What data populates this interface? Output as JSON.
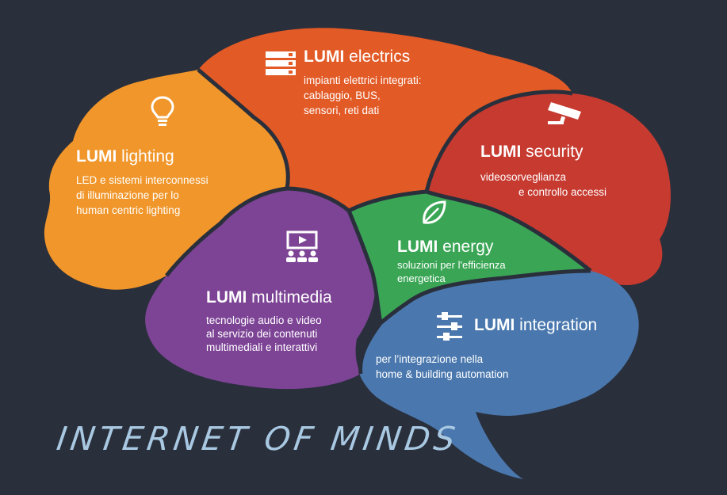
{
  "brand": "LUMI",
  "colors": {
    "background": "#2a2f3c",
    "lighting": "#f0962a",
    "electrics": "#e25a26",
    "security": "#c73a30",
    "multimedia": "#7d4496",
    "energy": "#3aa655",
    "integration": "#4a78ae",
    "footer_text": "#a9c9e2"
  },
  "segments": {
    "electrics": {
      "icon": "server-rack-icon",
      "brand": "LUMI",
      "name": "electrics",
      "lines": [
        "impianti elettrici integrati:",
        "cablaggio, BUS,",
        "sensori, reti dati"
      ]
    },
    "lighting": {
      "icon": "light-bulb-icon",
      "brand": "LUMI",
      "name": "lighting",
      "lines": [
        "LED e sistemi interconnessi",
        "di illuminazione per lo",
        "human centric lighting"
      ]
    },
    "security": {
      "icon": "security-camera-icon",
      "brand": "LUMI",
      "name": "security",
      "lines": [
        "videosorveglianza",
        "e controllo accessi"
      ]
    },
    "energy": {
      "icon": "leaf-icon",
      "brand": "LUMI",
      "name": "energy",
      "lines": [
        "soluzioni per l'efficienza",
        "energetica"
      ]
    },
    "multimedia": {
      "icon": "presentation-audience-icon",
      "brand": "LUMI",
      "name": "multimedia",
      "lines": [
        "tecnologie audio e video",
        "al servizio dei contenuti",
        "multimediali e interattivi"
      ]
    },
    "integration": {
      "icon": "sliders-icon",
      "brand": "LUMI",
      "name": "integration",
      "lines": [
        "per l’integrazione nella",
        "home & building automation"
      ]
    }
  },
  "footer": {
    "title": "INTERNET OF MINDS"
  }
}
